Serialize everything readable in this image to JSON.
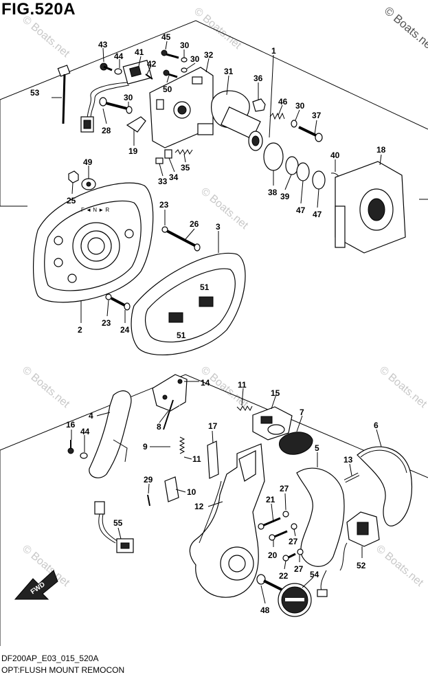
{
  "figure": {
    "title": "FIG.520A",
    "copyright": "© Boats.net",
    "watermark": "© Boats.net",
    "footer_code": "DF200AP_E03_015_520A",
    "footer_caption": "OPT:FLUSH MOUNT REMOCON",
    "fwd_label": "FWD",
    "cover_text": "F ◄ N ► R"
  },
  "callouts": [
    "1",
    "2",
    "3",
    "4",
    "5",
    "6",
    "7",
    "8",
    "9",
    "10",
    "11",
    "12",
    "13",
    "14",
    "15",
    "16",
    "17",
    "18",
    "19",
    "20",
    "21",
    "22",
    "23",
    "24",
    "25",
    "26",
    "27",
    "28",
    "29",
    "30",
    "31",
    "32",
    "33",
    "34",
    "35",
    "36",
    "37",
    "38",
    "39",
    "40",
    "41",
    "42",
    "43",
    "44",
    "45",
    "46",
    "47",
    "48",
    "49",
    "50",
    "51",
    "52",
    "53",
    "54",
    "55"
  ]
}
